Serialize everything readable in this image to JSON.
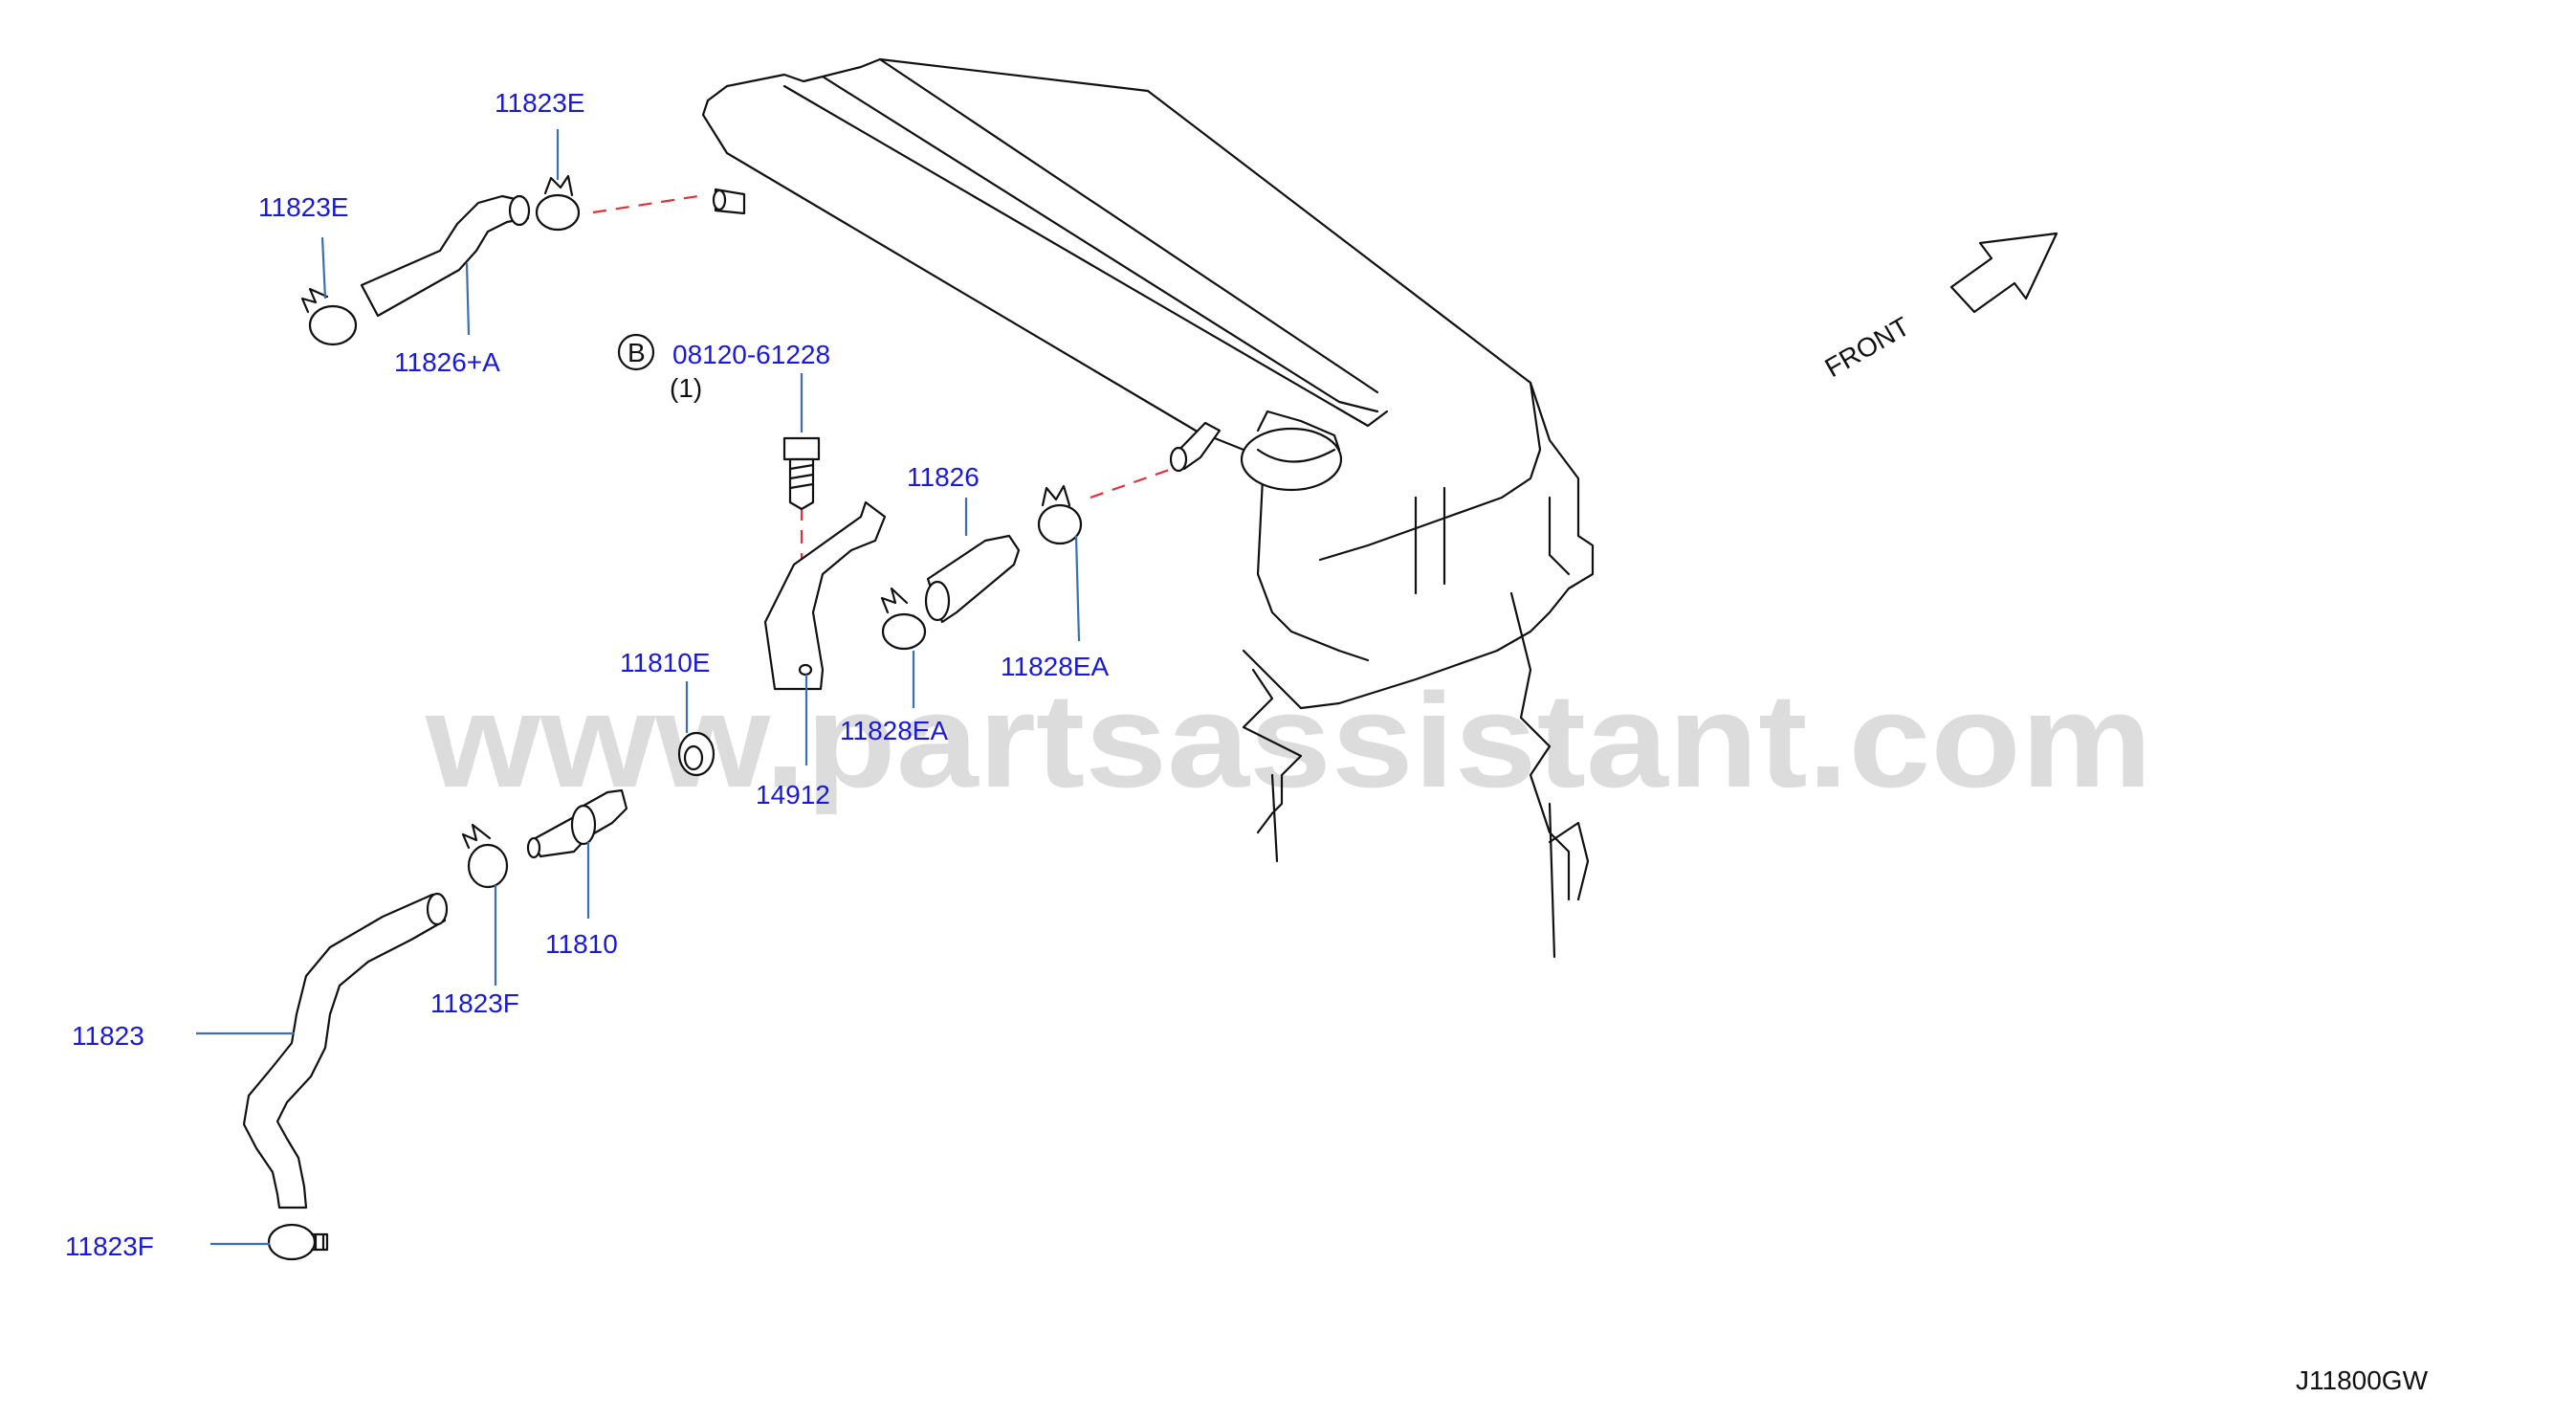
{
  "watermark": "www.partsassistant.com",
  "front_label": "FRONT",
  "diagram_code": "J11800GW",
  "bolt_badge": "B",
  "bolt_part": "08120-61228",
  "bolt_qty": "(1)",
  "labels": {
    "clamp_top": "11823E",
    "clamp_left": "11823E",
    "hose_top": "11826+A",
    "hose_mid": "11826",
    "clamp_right": "11828EA",
    "clamp_mid": "11828EA",
    "grommet": "11810E",
    "bracket": "14912",
    "valve": "11810",
    "clamp_low": "11823F",
    "hose_long": "11823",
    "clamp_bottom": "11823F"
  }
}
